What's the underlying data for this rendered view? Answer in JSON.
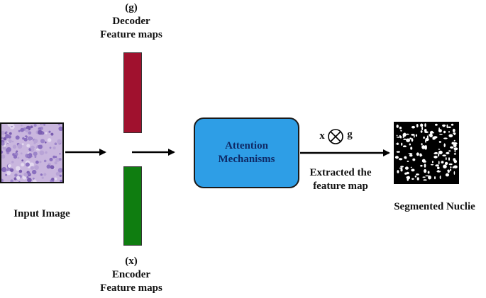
{
  "decoder": {
    "tag": "(g)",
    "line1": "Decoder",
    "line2": "Feature maps",
    "color": "#a0112e"
  },
  "encoder": {
    "tag": "(x)",
    "line1": "Encoder",
    "line2": "Feature maps",
    "color": "#0f7d10"
  },
  "input_label": "Input Image",
  "attention": {
    "line1": "Attention",
    "line2": "Mechanisms",
    "fill": "#2e9ee6",
    "text_color": "#0f2a66"
  },
  "operation": {
    "x": "x",
    "g": "g"
  },
  "extracted": {
    "line1": "Extracted the",
    "line2": "feature map"
  },
  "output_label": "Segmented Nuclie"
}
